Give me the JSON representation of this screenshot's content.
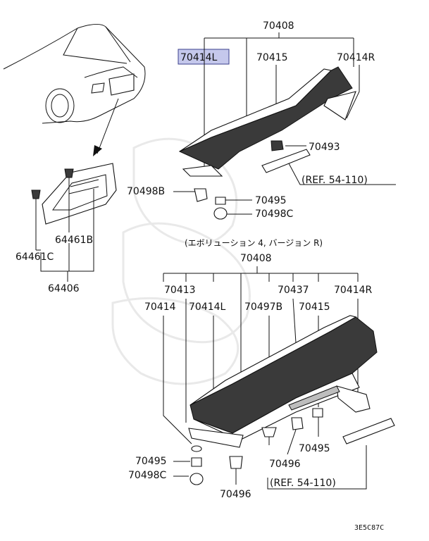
{
  "labels": {
    "top_assembly": "70408",
    "top_side_left": "70414L",
    "top_center": "70415",
    "top_side_right": "70414R",
    "top_clip": "70493",
    "top_ref": "(REF. 54-110)",
    "top_b": "70498B",
    "top_nut": "70495",
    "top_c": "70498C",
    "plate_clip_b": "64461B",
    "plate_clip_c": "64461C",
    "plate_assembly": "64406",
    "variant_note": "(エボリューション 4, バージョン R)",
    "bot_assembly": "70408",
    "bot_70413": "70413",
    "bot_70437": "70437",
    "bot_70414R": "70414R",
    "bot_70414": "70414",
    "bot_70414L": "70414L",
    "bot_70497B": "70497B",
    "bot_70415": "70415",
    "bot_70495_a": "70495",
    "bot_70495_b": "70495",
    "bot_70498C": "70498C",
    "bot_70496_a": "70496",
    "bot_70496_b": "70496",
    "bot_ref": "(REF. 54-110)",
    "code": "3E5C87C"
  },
  "colors": {
    "highlight": "#c5c8ec",
    "part_fill": "#3a3a3a"
  }
}
